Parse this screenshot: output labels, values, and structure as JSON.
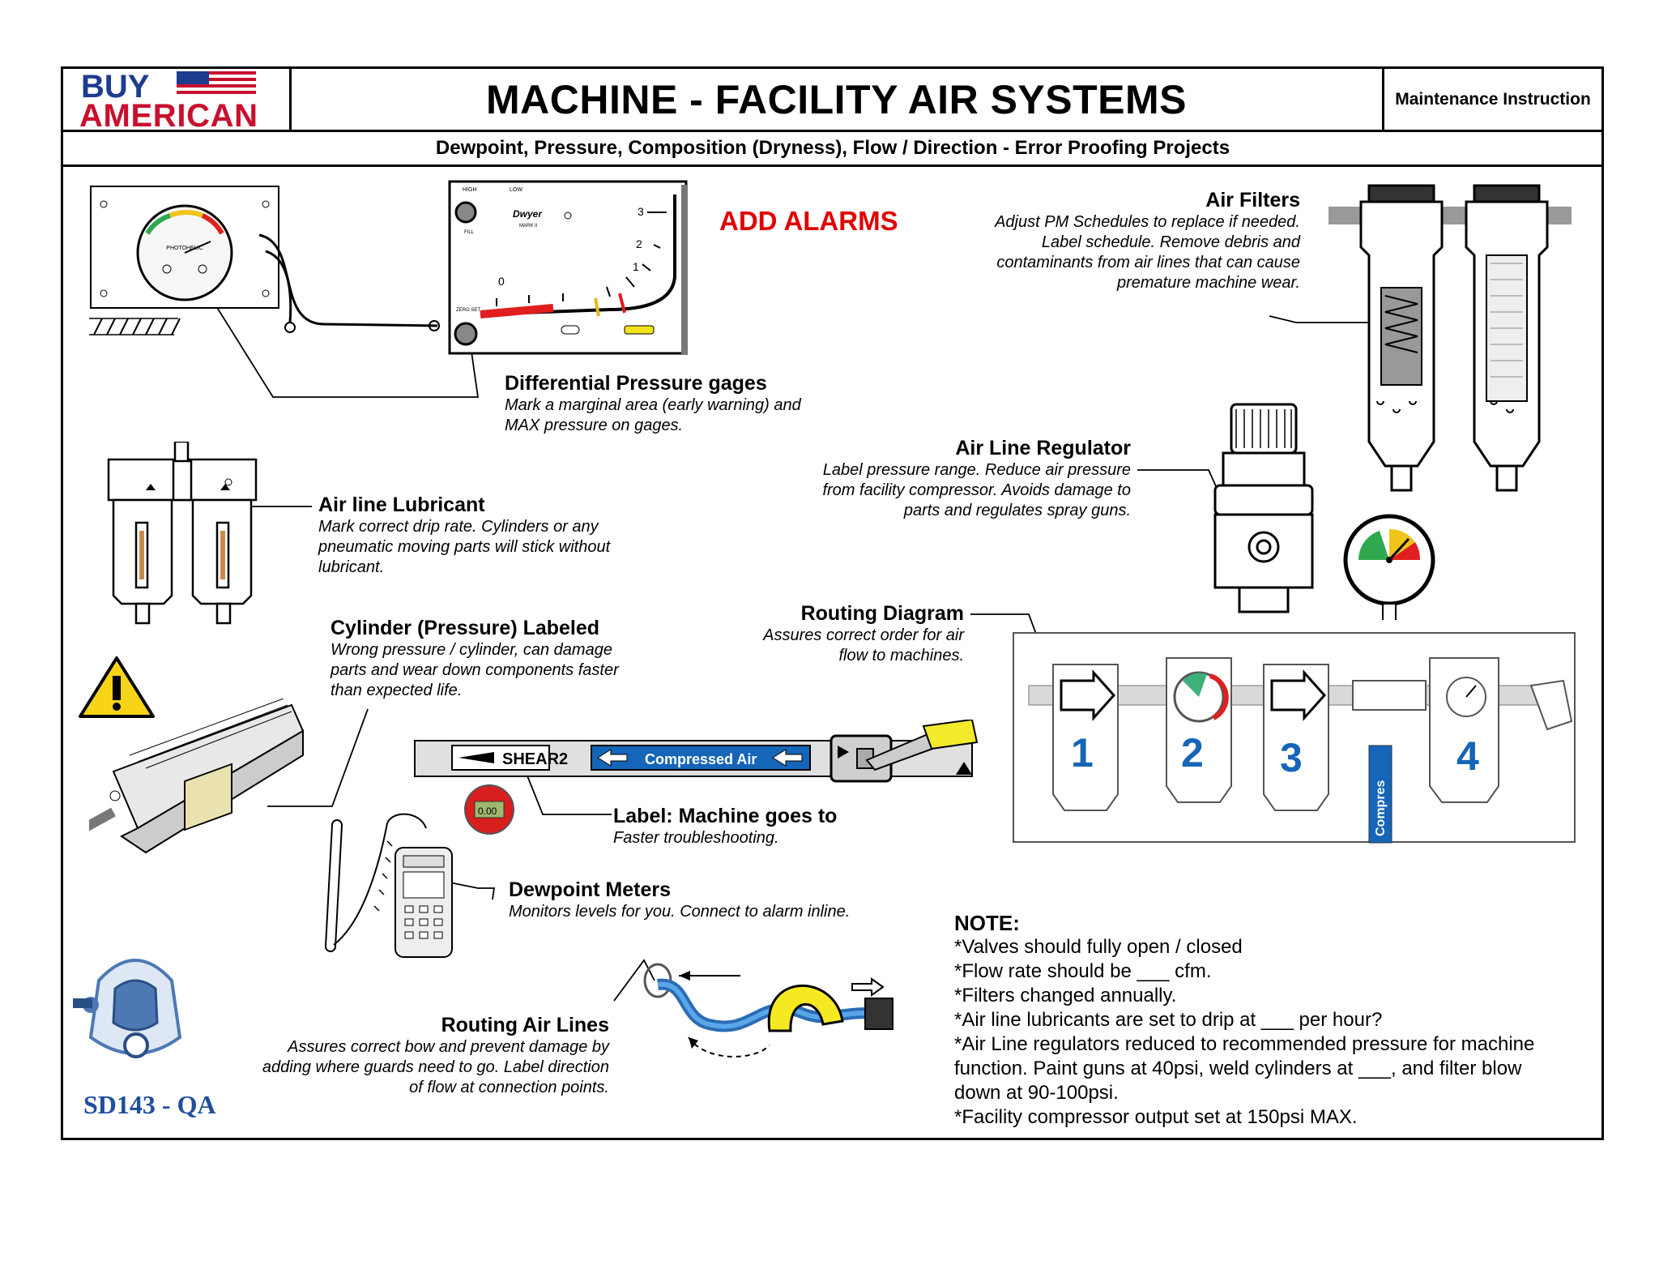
{
  "logo": {
    "line1": "BUY",
    "line2": "AMERICAN"
  },
  "header": {
    "title": "MACHINE - FACILITY AIR SYSTEMS",
    "doc_type": "Maintenance Instruction",
    "subtitle": "Dewpoint, Pressure, Composition (Dryness), Flow / Direction - Error Proofing Projects"
  },
  "alarm_label": "ADD ALARMS",
  "sections": {
    "differential": {
      "title": "Differential Pressure gages",
      "desc": [
        "Mark a marginal area (early warning) and",
        "MAX pressure on gages."
      ]
    },
    "air_filters": {
      "title": "Air Filters",
      "desc": [
        "Adjust PM Schedules to replace if needed.",
        "Label schedule. Remove debris and",
        "contaminants from air lines that can cause",
        "premature machine wear."
      ]
    },
    "regulator": {
      "title": "Air Line Regulator",
      "desc": [
        "Label pressure range. Reduce air pressure",
        "from facility compressor. Avoids damage to",
        "parts and regulates spray guns."
      ]
    },
    "lubricant": {
      "title": "Air line Lubricant",
      "desc": [
        "Mark correct drip rate. Cylinders or any",
        "pneumatic moving parts will stick without",
        "lubricant."
      ]
    },
    "cylinder": {
      "title": "Cylinder (Pressure) Labeled",
      "desc": [
        "Wrong pressure / cylinder, can damage",
        "parts and wear down components faster",
        "than expected life."
      ]
    },
    "routing_diagram": {
      "title": "Routing Diagram",
      "desc": [
        "Assures correct order for air",
        "flow to machines."
      ]
    },
    "label_machine": {
      "title": "Label: Machine goes to",
      "desc": [
        "Faster troubleshooting."
      ]
    },
    "dewpoint": {
      "title": "Dewpoint Meters",
      "desc": [
        "Monitors levels for you. Connect to alarm inline."
      ]
    },
    "routing_lines": {
      "title": "Routing Air Lines",
      "desc": [
        "Assures correct bow and prevent damage by",
        "adding where guards need to go. Label direction",
        "of flow at connection points."
      ]
    }
  },
  "note": {
    "heading": "NOTE:",
    "lines": [
      "*Valves should fully open / closed",
      "*Flow rate should be ___ cfm.",
      "*Filters changed annually.",
      "*Air line lubricants are set to drip at ___ per hour?",
      "*Air Line regulators reduced to recommended pressure for machine",
      "function. Paint guns at 40psi, weld cylinders at ___, and filter blow",
      "down at 90-100psi.",
      "*Facility compressor output set at 150psi MAX."
    ]
  },
  "pipe_label": {
    "machine": "SHEAR2",
    "medium": "Compressed Air"
  },
  "gage": {
    "brand": "Dwyer",
    "model": "MARK II",
    "high": "HIGH",
    "low": "LOW",
    "fill": "FILL",
    "zero": "ZERO SET",
    "ticks": [
      "0",
      "1",
      "2",
      "3"
    ]
  },
  "small_gage_label": "PHOTOHELIC",
  "routing_numbers": [
    "1",
    "2",
    "3",
    "4"
  ],
  "routing_tag": "Compres",
  "meter_reading": "0.00",
  "stamp": "SD143 - QA",
  "colors": {
    "alarm_red": "#e00000",
    "pipe_blue": "#1565b8",
    "hose_blue": "#2f7fc6",
    "guard_yellow": "#f2ea2a"
  }
}
